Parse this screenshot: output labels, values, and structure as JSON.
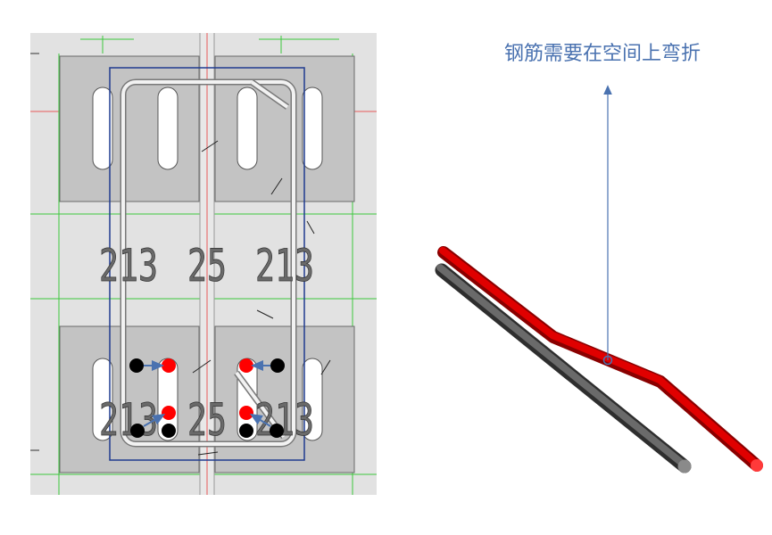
{
  "annotation": {
    "text": "钢筋需要在空间上弯折",
    "color": "#4a72b0"
  },
  "drawing": {
    "upper_labels": [
      "213",
      "25",
      "213"
    ],
    "lower_labels": [
      "213",
      "25",
      "213"
    ],
    "colors": {
      "panel_background": "#e2e2e2",
      "block": "#c3c3c3",
      "outline_blue": "#1f3b8f",
      "stirrup": "#8c8c8c",
      "rebar_original": "#000000",
      "rebar_new": "#ff0000",
      "arrow": "#4a72b0",
      "guide_green": "#3cc83c",
      "guide_red": "#e85a5a"
    }
  },
  "model_3d": {
    "bars": [
      {
        "name": "original",
        "color": "#555555"
      },
      {
        "name": "bent",
        "color": "#d40000"
      }
    ]
  }
}
